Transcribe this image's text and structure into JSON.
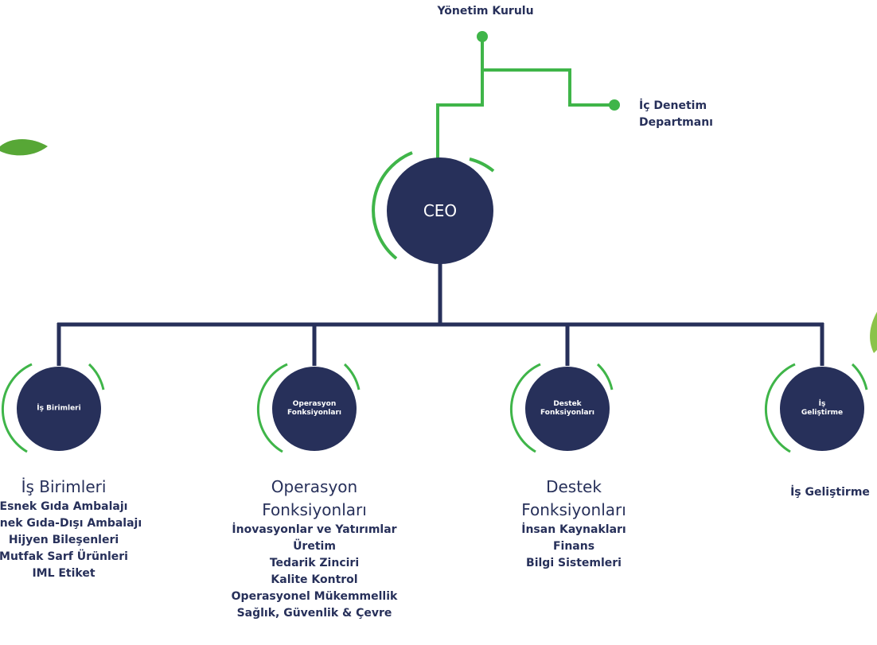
{
  "board": {
    "label": "Yönetim Kurulu"
  },
  "audit": {
    "line1": "İç Denetim",
    "line2": "Departmanı"
  },
  "ceo": {
    "label": "CEO"
  },
  "branches": [
    {
      "circle_line1": "İş Birimleri",
      "circle_line2": "",
      "title_line1": "İş Birimleri",
      "title_line2": "",
      "items": [
        "Esnek Gıda Ambalajı",
        "Esnek Gıda-Dışı Ambalajı",
        "Hijyen Bileşenleri",
        "Mutfak Sarf Ürünleri",
        "IML Etiket"
      ]
    },
    {
      "circle_line1": "Operasyon",
      "circle_line2": "Fonksiyonları",
      "title_line1": "Operasyon",
      "title_line2": "Fonksiyonları",
      "items": [
        "İnovasyonlar ve Yatırımlar",
        "Üretim",
        "Tedarik Zinciri",
        "Kalite Kontrol",
        "Operasyonel Mükemmellik",
        "Sağlık, Güvenlik & Çevre"
      ]
    },
    {
      "circle_line1": "Destek",
      "circle_line2": "Fonksiyonları",
      "title_line1": "Destek",
      "title_line2": "Fonksiyonları",
      "items": [
        "İnsan Kaynakları",
        "Finans",
        "Bilgi Sistemleri"
      ]
    },
    {
      "circle_line1": "İş",
      "circle_line2": "Geliştirme",
      "title_line1": "",
      "title_line2": "",
      "items": [
        "İş Geliştirme"
      ]
    }
  ],
  "colors": {
    "navy": "#27305a",
    "green": "#3fb549"
  }
}
